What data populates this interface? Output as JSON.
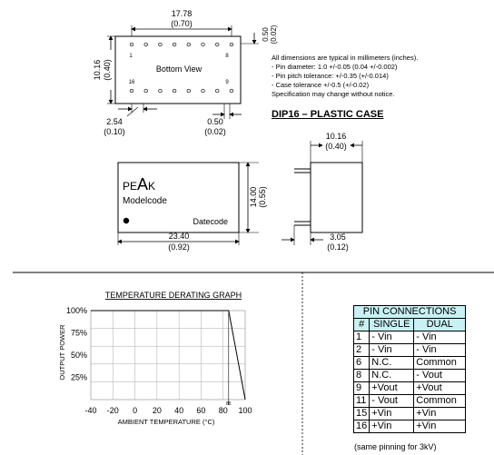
{
  "bottom_view": {
    "width_mm": "17.78",
    "width_in": "(0.70)",
    "height_mm": "10.16",
    "height_in": "(0.40)",
    "pad_mm": "0.50",
    "pad_in": "(0.02)",
    "label": "Bottom View",
    "pin1": "1",
    "pin8": "8",
    "pin16": "16",
    "pin9": "9",
    "pitch_mm": "2.54",
    "pitch_in": "(0.10)",
    "pin_mm": "0.50",
    "pin_in": "(0.02)"
  },
  "notes": {
    "intro": "All dimensions are typical in millimeters (inches).",
    "line1": "- Pin diameter: 1.0 +/-0.05 (0.04 +/-0.002)",
    "line2": "- Pin pitch tolerance: +/-0.35 (+/-0.014)",
    "line3": "- Case tolerance +/-0.5 (+/-0.02)",
    "line4": "Specification may change without notice."
  },
  "case_title": "DIP16 – PLASTIC CASE",
  "front_view": {
    "brand": "PEAK",
    "model": "Modelcode",
    "date": "Datecode",
    "width_mm": "23.40",
    "width_in": "(0.92)",
    "height_mm": "14.00",
    "height_in": "(0.55)"
  },
  "side_view": {
    "width_mm": "10.16",
    "width_in": "(0.40)",
    "pin_len_mm": "3.05",
    "pin_len_in": "(0.12)"
  },
  "derating": {
    "title": "TEMPERATURE DERATING GRAPH",
    "ylabel": "OUTPUT POWER",
    "xlabel": "AMBIENT TEMPERATURE (°C)",
    "y_ticks": [
      "100%",
      "75%",
      "50%",
      "25%"
    ],
    "x_ticks": [
      "-40",
      "-20",
      "0",
      "20",
      "40",
      "60",
      "80",
      "100"
    ],
    "knee_label": "85",
    "chart_data": {
      "type": "line",
      "title": "TEMPERATURE DERATING GRAPH",
      "xlabel": "AMBIENT TEMPERATURE (°C)",
      "ylabel": "OUTPUT POWER",
      "xlim": [
        -40,
        100
      ],
      "ylim": [
        0,
        100
      ],
      "x": [
        -40,
        85,
        100
      ],
      "y": [
        100,
        100,
        0
      ]
    }
  },
  "pins": {
    "title": "PIN CONNECTIONS",
    "headers": [
      "#",
      "SINGLE",
      "DUAL"
    ],
    "rows": [
      [
        "1",
        "- Vin",
        "- Vin"
      ],
      [
        "2",
        "- Vin",
        "- Vin"
      ],
      [
        "6",
        "N.C.",
        "Common"
      ],
      [
        "8",
        "N.C.",
        "- Vout"
      ],
      [
        "9",
        "+Vout",
        "+Vout"
      ],
      [
        "11",
        "- Vout",
        "Common"
      ],
      [
        "15",
        "+Vin",
        "+Vin"
      ],
      [
        "16",
        "+Vin",
        "+Vin"
      ]
    ],
    "note": "(same pinning for 3kV)"
  }
}
